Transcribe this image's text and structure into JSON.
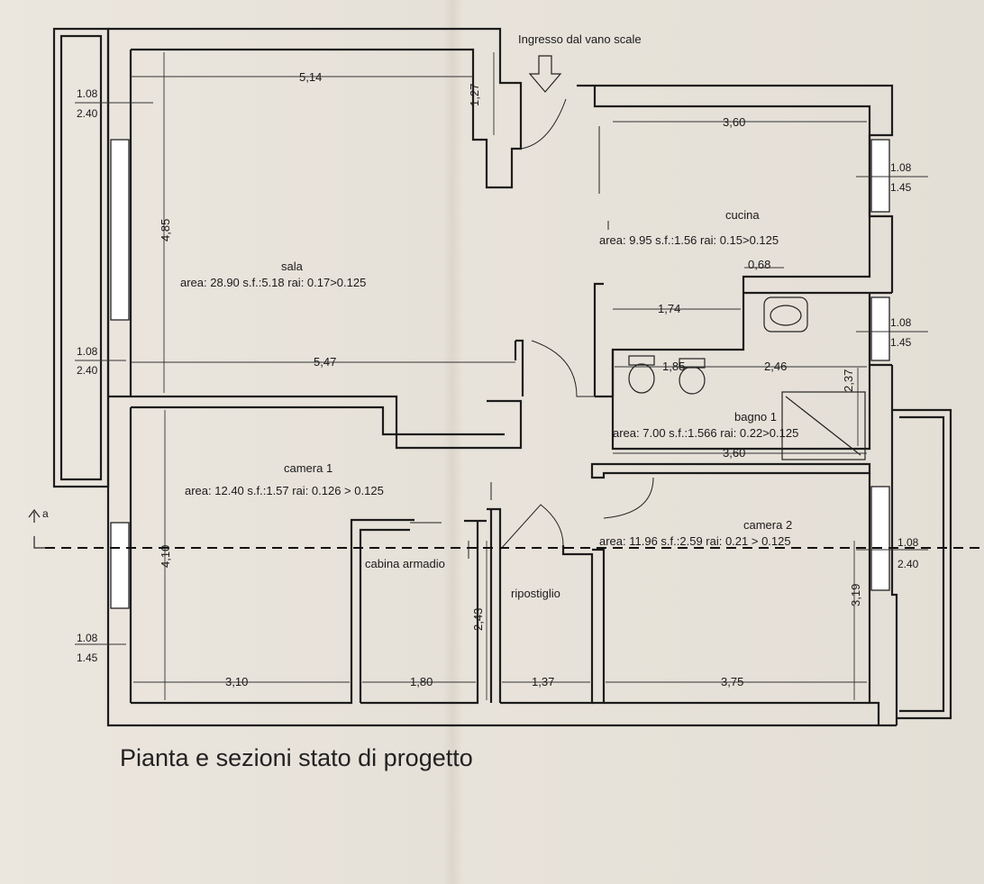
{
  "entrance_label": "Ingresso dal vano scale",
  "title": "Pianta e sezioni stato di progetto",
  "section_marker": "a",
  "rooms": {
    "sala": {
      "name": "sala",
      "info": "area:  28.90 s.f.:5.18 rai: 0.17>0.125"
    },
    "cucina": {
      "name": "cucina",
      "info": "area:  9.95 s.f.:1.56 rai: 0.15>0.125"
    },
    "bagno1": {
      "name": "bagno 1",
      "info": "area:  7.00  s.f.:1.566 rai: 0.22>0.125"
    },
    "camera1": {
      "name": "camera 1",
      "info": "area:  12.40 s.f.:1.57 rai: 0.126 > 0.125"
    },
    "camera2": {
      "name": "camera 2",
      "info": "area:  11.96 s.f.:2.59 rai: 0.21 > 0.125"
    },
    "cabina": {
      "name": "cabina armadio"
    },
    "ripostiglio": {
      "name": "ripostiglio"
    }
  },
  "dimensions": {
    "sala_width_top": "5,14",
    "sala_width_bottom": "5,47",
    "sala_height": "4,85",
    "entrance_depth": "1,27",
    "cucina_width": "3,60",
    "cucina_068": "0,68",
    "cucina_174": "1,74",
    "bagno_185": "1,85",
    "bagno_246": "2,46",
    "bagno_237": "2,37",
    "bagno_width": "3,60",
    "camera1_height": "4,10",
    "camera1_width": "3,10",
    "cabina_width": "1,80",
    "cabina_height": "2,43",
    "ripostiglio_width": "1,37",
    "camera2_width": "3,75",
    "camera2_height": "3,19"
  },
  "windows": {
    "sala_top": {
      "w": "1.08",
      "h": "2.40"
    },
    "sala_bottom": {
      "w": "1.08",
      "h": "2.40"
    },
    "cucina": {
      "w": "1.08",
      "h": "1.45"
    },
    "bagno": {
      "w": "1.08",
      "h": "1.45"
    },
    "camera2": {
      "w": "1.08",
      "h": "2.40"
    },
    "camera1": {
      "w": "1.08",
      "h": "1.45"
    }
  }
}
